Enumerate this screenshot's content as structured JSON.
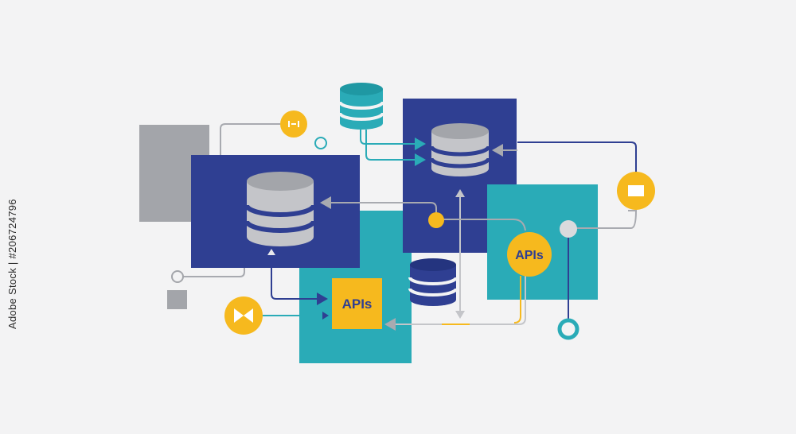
{
  "diagram": {
    "api_box_label": "APIs",
    "api_circle_label": "APIs"
  },
  "stock_id": "Adobe Stock | #206724796",
  "colors": {
    "background": "#f3f3f4",
    "navy": "#2f3f92",
    "teal": "#2aabb7",
    "yellow": "#f6b91e",
    "gray": "#a3a5aa",
    "light_gray": "#c4c5c9",
    "line_gray": "#a8aab0"
  },
  "icons": {
    "database": "database-icon",
    "api_box": "api-box",
    "api_circle": "api-circle",
    "connector_node": "connector-node"
  }
}
